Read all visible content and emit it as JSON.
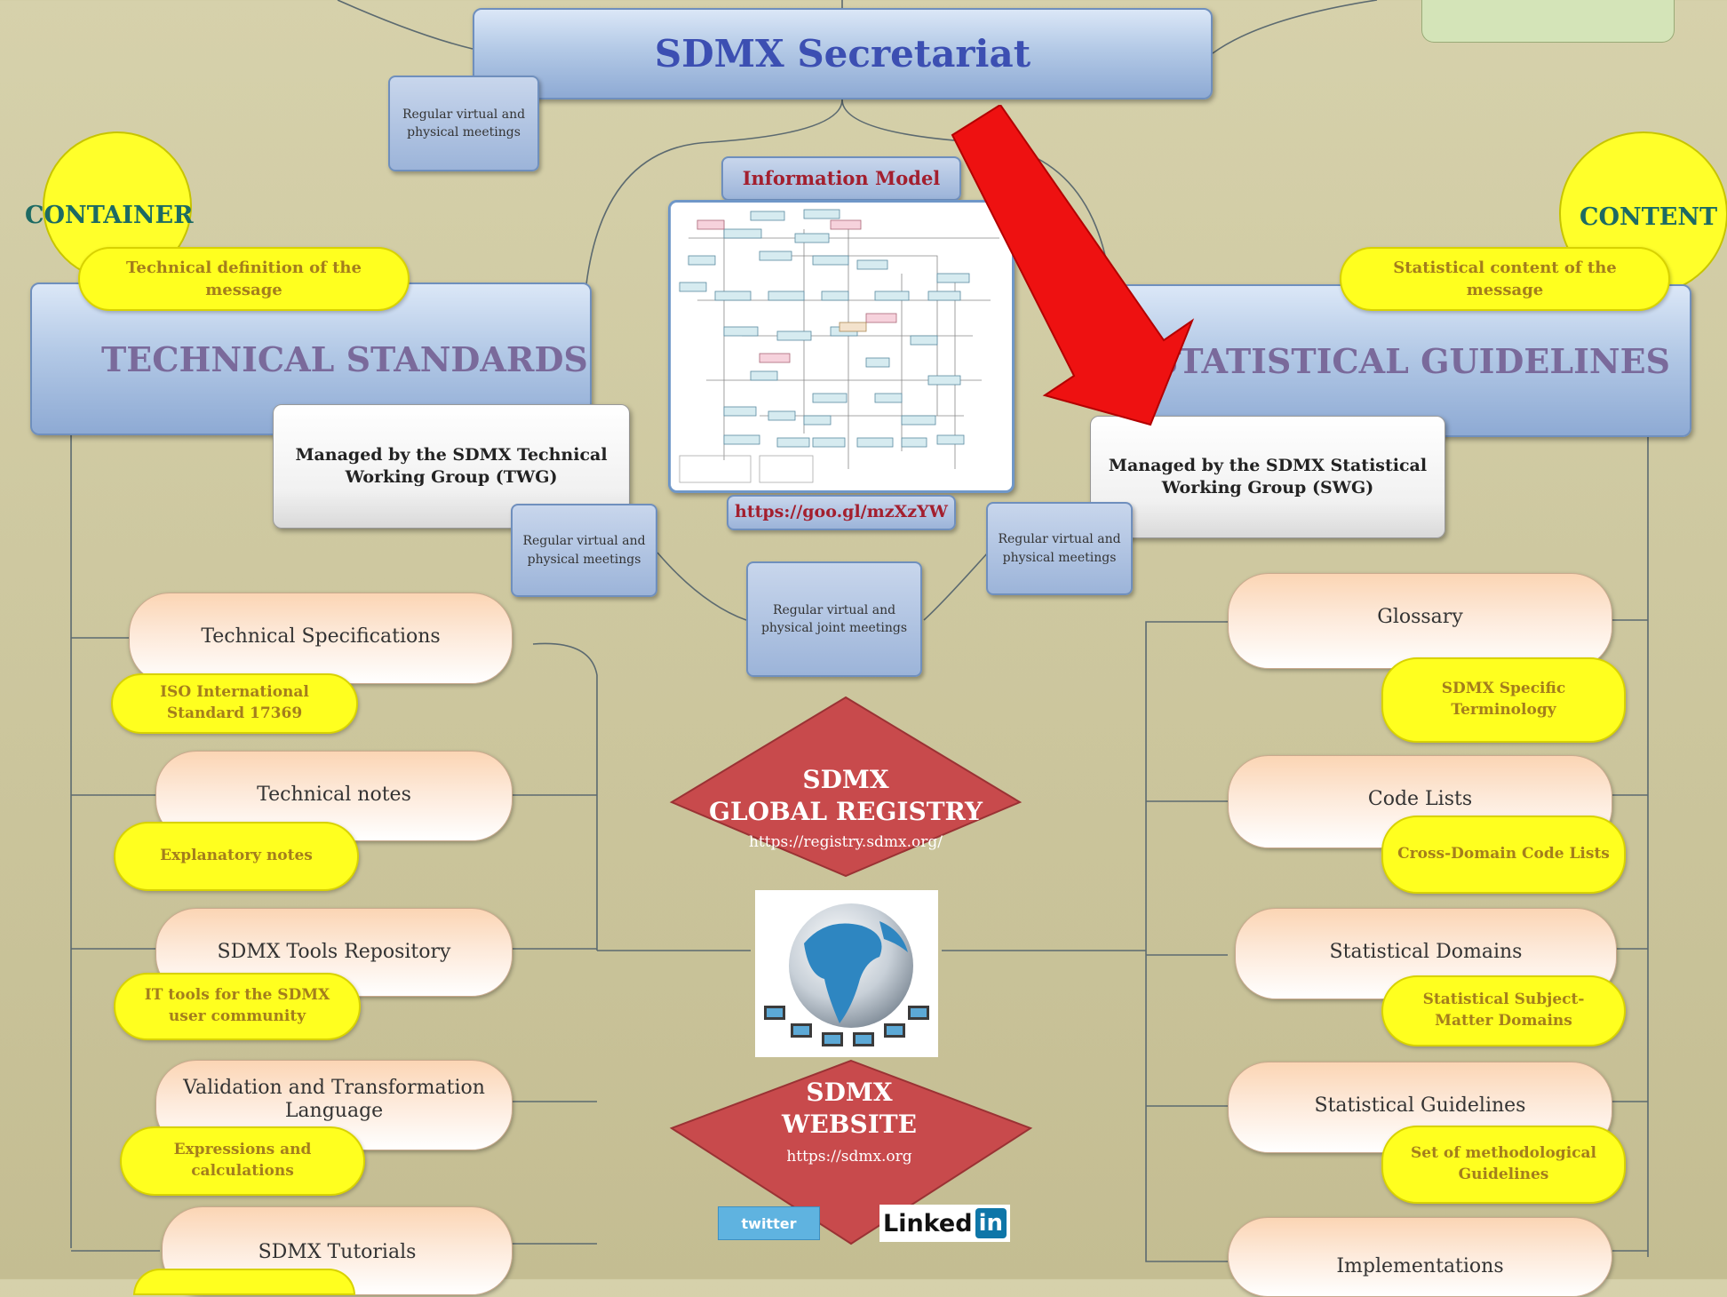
{
  "secretariat": {
    "title": "SDMX Secretariat"
  },
  "meetings": {
    "top_left": "Regular virtual and physical meetings",
    "twg": "Regular virtual and physical meetings",
    "swg": "Regular virtual and physical meetings",
    "joint": "Regular virtual and physical joint meetings"
  },
  "info_model": {
    "title": "Information Model",
    "link": "https://goo.gl/mzXzYW"
  },
  "left": {
    "circle_label": "CONTAINER",
    "definition": "Technical definition of the message",
    "title": "TECHNICAL STANDARDS",
    "managed": "Managed by the SDMX Technical Working Group (TWG)",
    "items": [
      {
        "label": "Technical Specifications",
        "note": "ISO International Standard 17369"
      },
      {
        "label": "Technical notes",
        "note": "Explanatory notes"
      },
      {
        "label": "SDMX Tools Repository",
        "note": "IT tools for the SDMX user community"
      },
      {
        "label": "Validation and Transformation Language",
        "note": "Expressions and calculations"
      },
      {
        "label": "SDMX Tutorials"
      }
    ]
  },
  "right": {
    "circle_label": "CONTENT",
    "definition": "Statistical content of the message",
    "title": "STATISTICAL GUIDELINES",
    "managed": "Managed by the SDMX Statistical Working Group (SWG)",
    "items": [
      {
        "label": "Glossary",
        "note": "SDMX Specific Terminology"
      },
      {
        "label": "Code Lists",
        "note": "Cross-Domain Code Lists"
      },
      {
        "label": "Statistical Domains",
        "note": "Statistical Subject-Matter Domains"
      },
      {
        "label": "Statistical Guidelines",
        "note": "Set of methodological Guidelines"
      },
      {
        "label": "Implementations"
      }
    ]
  },
  "registry": {
    "line1": "SDMX",
    "line2": "GLOBAL REGISTRY",
    "url": "https://registry.sdmx.org/"
  },
  "website": {
    "line1": "SDMX",
    "line2": "WEBSITE",
    "url": "https://sdmx.org"
  },
  "social": {
    "twitter": "twitter",
    "linkedin_text": "Linked",
    "linkedin_badge": "in"
  },
  "colors": {
    "arrow": "#ee1111",
    "diamond": "#c84a4c",
    "yellow": "#ffff1f",
    "blue_bar": "#9fb7dd"
  }
}
